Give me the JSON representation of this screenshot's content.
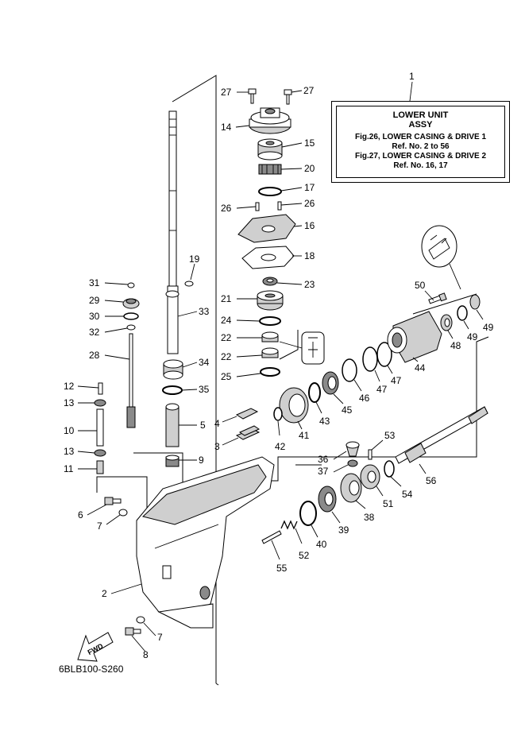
{
  "callout": {
    "title_line1": "LOWER UNIT",
    "title_line2": "ASSY",
    "ref_line1": "Fig.26, LOWER CASING & DRIVE 1",
    "ref_line2": "Ref. No. 2 to 56",
    "ref_line3": "Fig.27, LOWER CASING & DRIVE 2",
    "ref_line4": "Ref. No. 16, 17"
  },
  "fwd_label": "FWD",
  "diagram_code": "6BLB100-S260",
  "labels": {
    "n1": "1",
    "n2": "2",
    "n3": "3",
    "n4": "4",
    "n5": "5",
    "n6": "6",
    "n7a": "7",
    "n7b": "7",
    "n8": "8",
    "n9": "9",
    "n10": "10",
    "n11": "11",
    "n12": "12",
    "n13a": "13",
    "n13b": "13",
    "n14": "14",
    "n15": "15",
    "n16": "16",
    "n17": "17",
    "n18": "18",
    "n19": "19",
    "n20": "20",
    "n21": "21",
    "n22a": "22",
    "n22b": "22",
    "n23": "23",
    "n24": "24",
    "n25": "25",
    "n26a": "26",
    "n26b": "26",
    "n27a": "27",
    "n27b": "27",
    "n28": "28",
    "n29": "29",
    "n30": "30",
    "n31": "31",
    "n32": "32",
    "n33": "33",
    "n34": "34",
    "n35": "35",
    "n36": "36",
    "n37": "37",
    "n38": "38",
    "n39": "39",
    "n40": "40",
    "n41": "41",
    "n42": "42",
    "n43": "43",
    "n44": "44",
    "n45": "45",
    "n46": "46",
    "n47a": "47",
    "n47b": "47",
    "n48": "48",
    "n49a": "49",
    "n49b": "49",
    "n50": "50",
    "n51": "51",
    "n52": "52",
    "n53": "53",
    "n54": "54",
    "n55": "55",
    "n56": "56"
  }
}
